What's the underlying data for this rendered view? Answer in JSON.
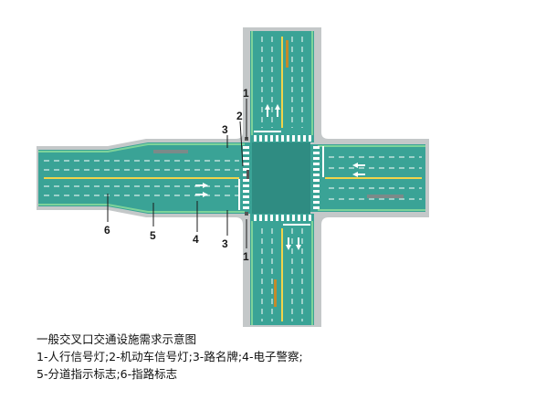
{
  "diagram": {
    "callouts": {
      "c1_top": "1",
      "c2": "2",
      "c3_top": "3",
      "c1_bottom": "1",
      "c3_bottom": "3",
      "c4": "4",
      "c5": "5",
      "c6": "6"
    },
    "colors": {
      "road_base": "#3aa396",
      "road_edge": "#7dd39a",
      "sidewalk": "#bfc3c4",
      "intersection": "#2f8c82",
      "marking": "#ffffff",
      "median": "#f0d44a"
    }
  },
  "caption": {
    "title": "一般交叉口交通设施需求示意图",
    "line1": "1-人行信号灯;2-机动车信号灯;3-路名牌;4-电子警察;",
    "line2": "5-分道指示标志;6-指路标志"
  }
}
